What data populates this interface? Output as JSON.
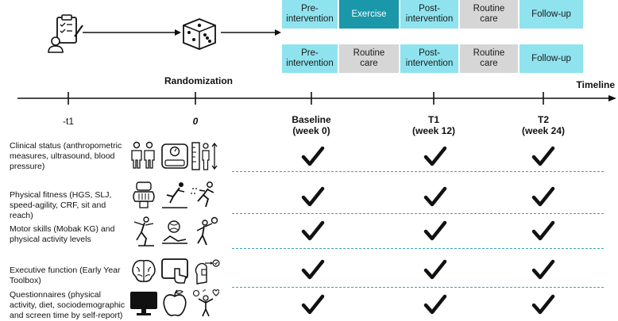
{
  "colors": {
    "cyan": "#8fe3ee",
    "teal": "#1a97a8",
    "grey": "#d6d6d6",
    "dash": "#3aa3b5"
  },
  "arms": [
    {
      "boxes": [
        {
          "label": "Pre-\nintervention",
          "style": "cyan"
        },
        {
          "label": "Exercise",
          "style": "teal"
        },
        {
          "label": "Post-\nintervention",
          "style": "cyan"
        },
        {
          "label": "Routine\ncare",
          "style": "grey"
        },
        {
          "label": "Follow-up",
          "style": "cyan"
        }
      ]
    },
    {
      "boxes": [
        {
          "label": "Pre-\nintervention",
          "style": "cyan"
        },
        {
          "label": "Routine\ncare",
          "style": "grey"
        },
        {
          "label": "Post-\nintervention",
          "style": "cyan"
        },
        {
          "label": "Routine\ncare",
          "style": "grey"
        },
        {
          "label": "Follow-up",
          "style": "cyan"
        }
      ]
    }
  ],
  "top_icons": [
    "assessment-clipboard-icon",
    "dice-icon"
  ],
  "randomization_label": "Randomization",
  "timeline_label": "Timeline",
  "timepoints": [
    {
      "label": "-t1",
      "bold": false,
      "italic": false
    },
    {
      "label": "0",
      "bold": true,
      "italic": true
    },
    {
      "label": "Baseline\n(week 0)",
      "bold": true,
      "italic": false
    },
    {
      "label": "T1\n(week 12)",
      "bold": true,
      "italic": false
    },
    {
      "label": "T2\n(week 24)",
      "bold": true,
      "italic": false
    }
  ],
  "categories": [
    {
      "label": "Clinical status (anthropometric measures, ultrasound, blood pressure)",
      "icons": [
        "body-measurement-icon",
        "scale-icon",
        "height-measure-icon"
      ]
    },
    {
      "label": "Physical fitness (HGS, SLJ, speed-agility, CRF, sit and reach)",
      "icons": [
        "handgrip-icon",
        "long-jump-icon",
        "running-icon"
      ]
    },
    {
      "label": "Motor skills (Mobak KG) and physical activity levels",
      "icons": [
        "balancing-icon",
        "ball-skills-icon",
        "playing-child-icon"
      ]
    },
    {
      "label": "Executive function (Early Year Toolbox)",
      "icons": [
        "brain-icon",
        "tablet-touch-icon",
        "cognition-icon"
      ]
    },
    {
      "label": "Questionnaires (physical activity, diet, sociodemographic and screen time by self-report)",
      "icons": [
        "monitor-icon",
        "apple-icon",
        "wellbeing-icon"
      ]
    }
  ]
}
